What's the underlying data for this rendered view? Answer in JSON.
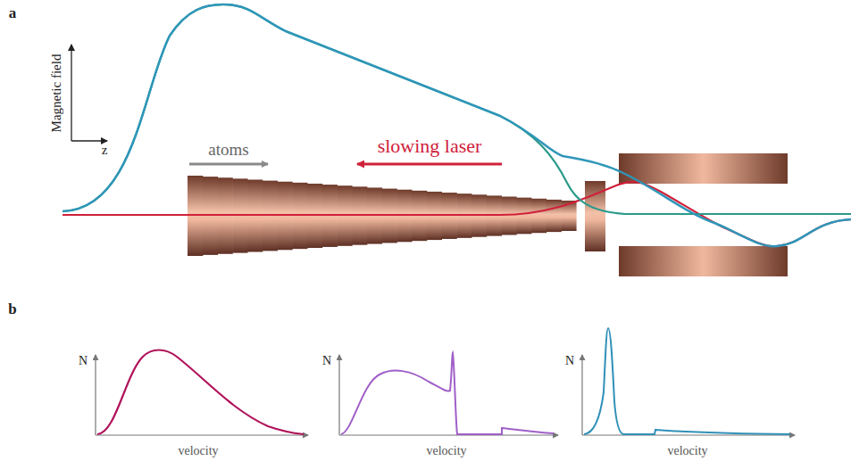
{
  "diagram": {
    "labels": [
      "a",
      "Magnetic field",
      "z",
      "atoms",
      "slowing laser",
      "b",
      "N",
      "velocity",
      "N",
      "velocity",
      "N",
      "velocity"
    ]
  }
}
